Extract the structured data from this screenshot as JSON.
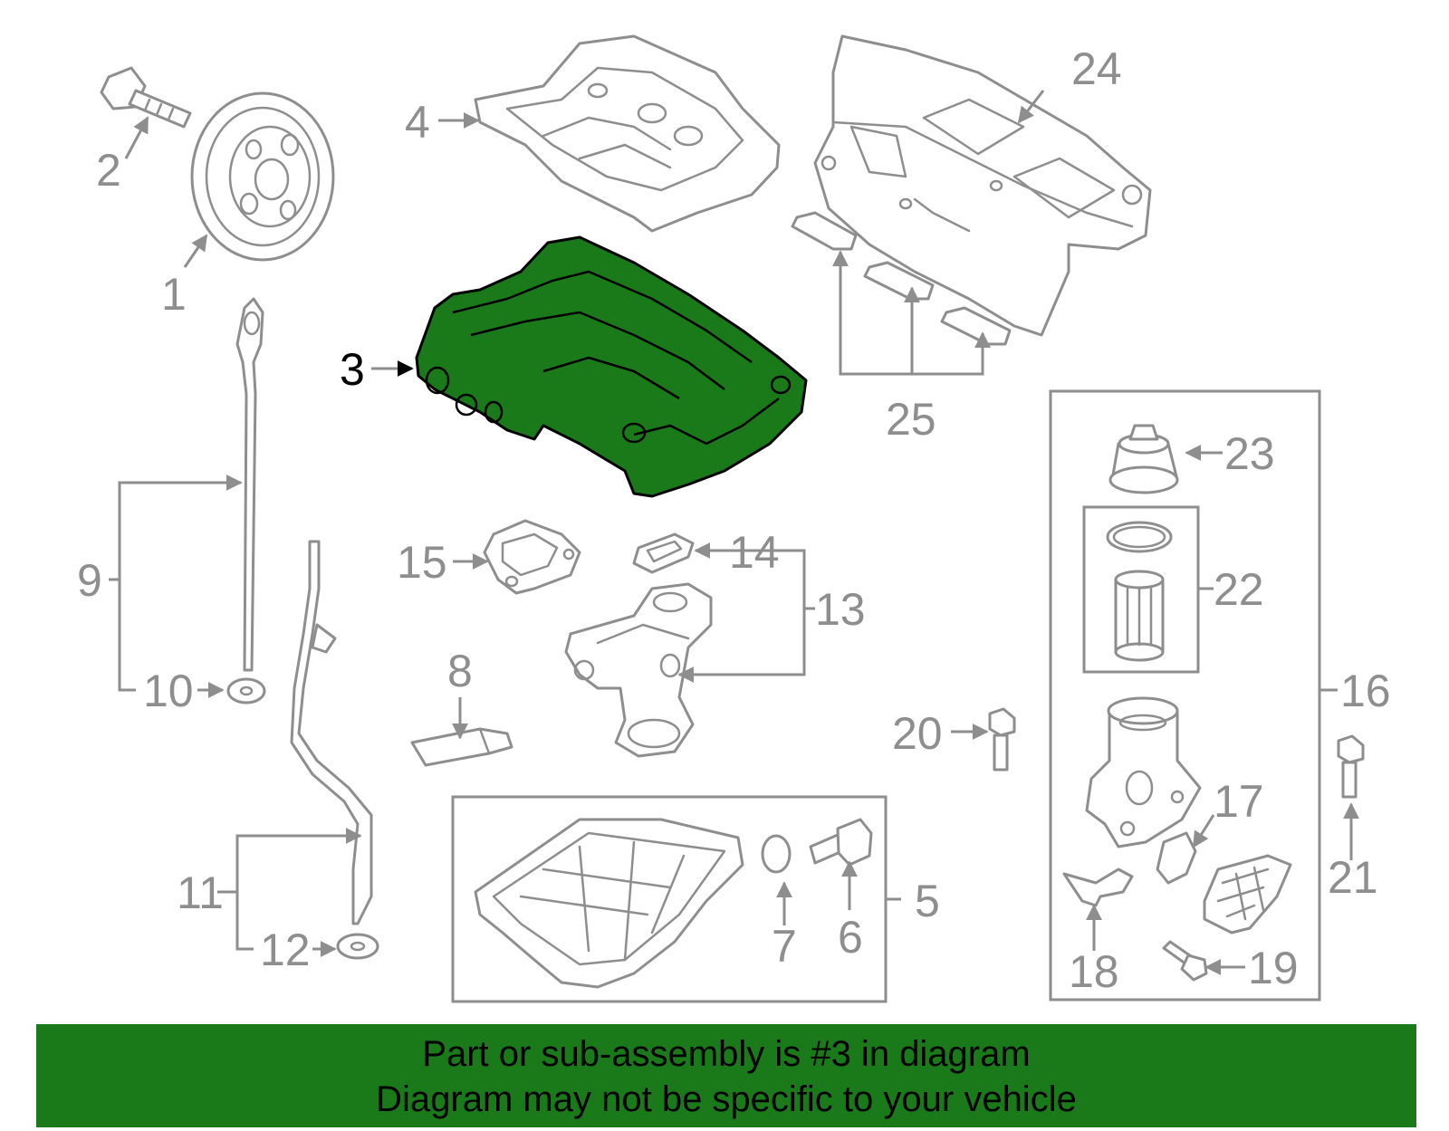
{
  "diagram": {
    "highlight_color": "#1a7a1a",
    "line_color": "#8e8e8e",
    "highlighted_part": "3",
    "callouts": [
      "1",
      "2",
      "3",
      "4",
      "5",
      "6",
      "7",
      "8",
      "9",
      "10",
      "11",
      "12",
      "13",
      "14",
      "15",
      "16",
      "17",
      "18",
      "19",
      "20",
      "21",
      "22",
      "23",
      "24",
      "25"
    ]
  },
  "banner": {
    "line1": "Part or sub-assembly is #3 in diagram",
    "line2": "Diagram may not be specific to your vehicle"
  }
}
